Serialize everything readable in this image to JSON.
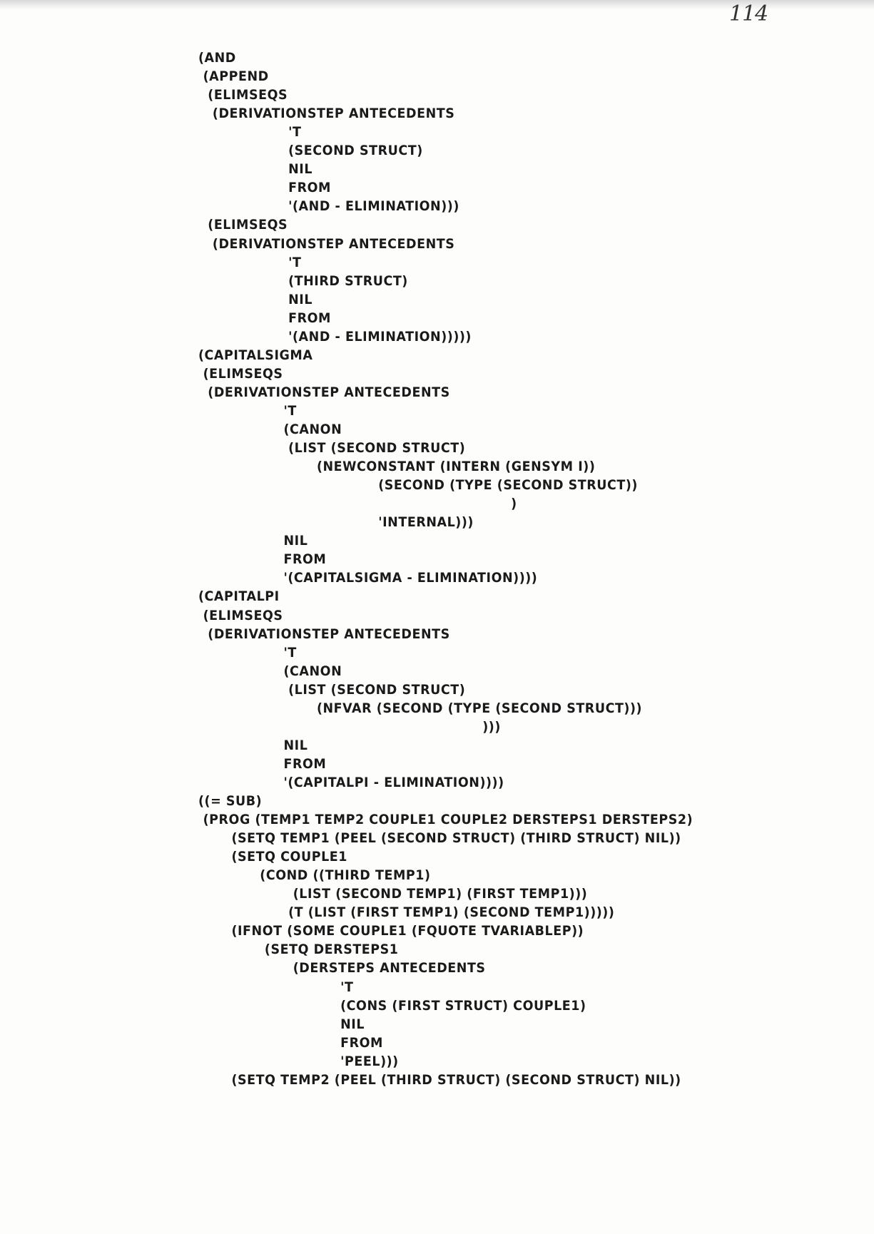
{
  "page_number": "114",
  "code_lines": [
    "(AND",
    " (APPEND",
    "  (ELIMSEQS",
    "   (DERIVATIONSTEP ANTECEDENTS",
    "                   'T",
    "                   (SECOND STRUCT)",
    "                   NIL",
    "                   FROM",
    "                   '(AND - ELIMINATION)))",
    "  (ELIMSEQS",
    "   (DERIVATIONSTEP ANTECEDENTS",
    "                   'T",
    "                   (THIRD STRUCT)",
    "                   NIL",
    "                   FROM",
    "                   '(AND - ELIMINATION)))))",
    "(CAPITALSIGMA",
    " (ELIMSEQS",
    "  (DERIVATIONSTEP ANTECEDENTS",
    "                  'T",
    "                  (CANON",
    "                   (LIST (SECOND STRUCT)",
    "                         (NEWCONSTANT (INTERN (GENSYM I))",
    "                                      (SECOND (TYPE (SECOND STRUCT))",
    "                                                                  )",
    "                                      'INTERNAL)))",
    "                  NIL",
    "                  FROM",
    "                  '(CAPITALSIGMA - ELIMINATION))))",
    "(CAPITALPI",
    " (ELIMSEQS",
    "  (DERIVATIONSTEP ANTECEDENTS",
    "                  'T",
    "                  (CANON",
    "                   (LIST (SECOND STRUCT)",
    "                         (NFVAR (SECOND (TYPE (SECOND STRUCT)))",
    "                                                            )))",
    "                  NIL",
    "                  FROM",
    "                  '(CAPITALPI - ELIMINATION))))",
    "((= SUB)",
    " (PROG (TEMP1 TEMP2 COUPLE1 COUPLE2 DERSTEPS1 DERSTEPS2)",
    "       (SETQ TEMP1 (PEEL (SECOND STRUCT) (THIRD STRUCT) NIL))",
    "       (SETQ COUPLE1",
    "             (COND ((THIRD TEMP1)",
    "                    (LIST (SECOND TEMP1) (FIRST TEMP1)))",
    "                   (T (LIST (FIRST TEMP1) (SECOND TEMP1)))))",
    "       (IFNOT (SOME COUPLE1 (FQUOTE TVARIABLEP))",
    "              (SETQ DERSTEPS1",
    "                    (DERSTEPS ANTECEDENTS",
    "                              'T",
    "                              (CONS (FIRST STRUCT) COUPLE1)",
    "                              NIL",
    "                              FROM",
    "                              'PEEL)))",
    "       (SETQ TEMP2 (PEEL (THIRD STRUCT) (SECOND STRUCT) NIL))"
  ]
}
